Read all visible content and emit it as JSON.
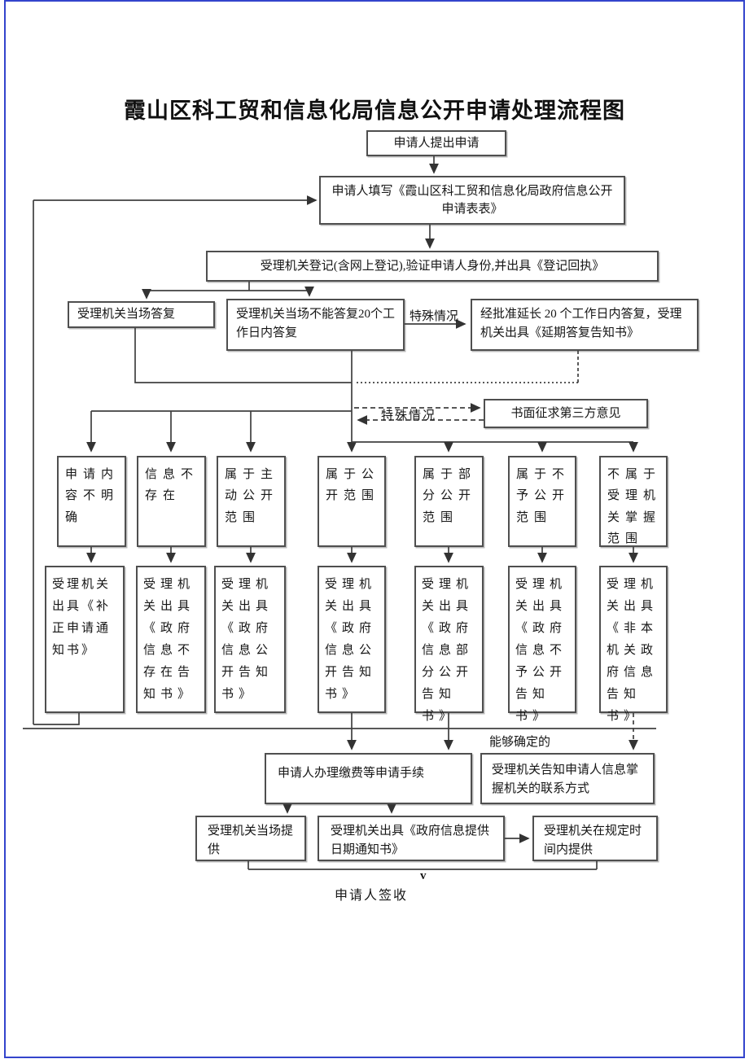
{
  "title": "霞山区科工贸和信息化局信息公开申请处理流程图",
  "flow": {
    "submit": "申请人提出申请",
    "fill_form": "申请人填写《霞山区科工贸和信息化局政府信息公开申请表表》",
    "register": "受理机关登记(含网上登记),验证申请人身份,并出具《登记回执》",
    "onspot_reply": "受理机关当场答复",
    "cannot_reply": "受理机关当场不能答复20个工作日内答复",
    "extended_reply": "经批准延长 20 个工作日内答复，受理机关出具《延期答复告知书》",
    "special_case_upper": "特殊情况",
    "special_case_lower": "特殊情况",
    "third_party": "书面征求第三方意见",
    "conditions": [
      "申请内容不明确",
      "信息不存在",
      "属于主动公开范围",
      "属于公开范围",
      "属于部分公开范围",
      "属于不予公开范围",
      "不属于受理机关掌握范围"
    ],
    "notices": [
      "受理机关出具《补正申请通知书》",
      "受理机关出具《政府信息不存在告知书》",
      "受理机关出具《政府信息公开告知书》",
      "受理机关出具《政府信息公开告知书》",
      "受理机关出具《政府信息部分公开告知书》",
      "受理机关出具《政府信息不予公开告知书》",
      "受理机关出具《非本机关政府信息告知书》"
    ],
    "can_determine": "能够确定的",
    "pay": "申请人办理缴费等申请手续",
    "contact": "受理机关告知申请人信息掌握机关的联系方式",
    "provide_onspot": "受理机关当场提供",
    "provide_date": "受理机关出具《政府信息提供日期通知书》",
    "provide_within": "受理机关在规定时间内提供",
    "v_mark": "v",
    "sign": "申请人签收"
  },
  "colors": {
    "page_border": "#3344cc",
    "line": "#404040",
    "box_border": "#4f4f4f",
    "text": "#161616"
  }
}
